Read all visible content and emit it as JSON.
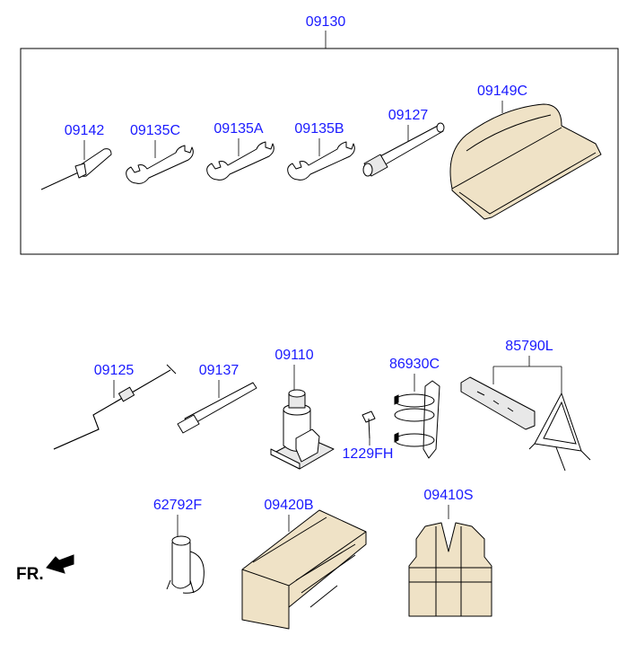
{
  "parts": {
    "p09130": "09130",
    "p09142": "09142",
    "p09135C": "09135C",
    "p09135A": "09135A",
    "p09135B": "09135B",
    "p09127": "09127",
    "p09149C": "09149C",
    "p09125": "09125",
    "p09137": "09137",
    "p09110": "09110",
    "p86930C": "86930C",
    "p1229FH": "1229FH",
    "p85790L": "85790L",
    "p62792F": "62792F",
    "p09420B": "09420B",
    "p09410S": "09410S"
  },
  "direction_label": "FR.",
  "colors": {
    "label": "#1a1aff",
    "line": "#000000"
  }
}
